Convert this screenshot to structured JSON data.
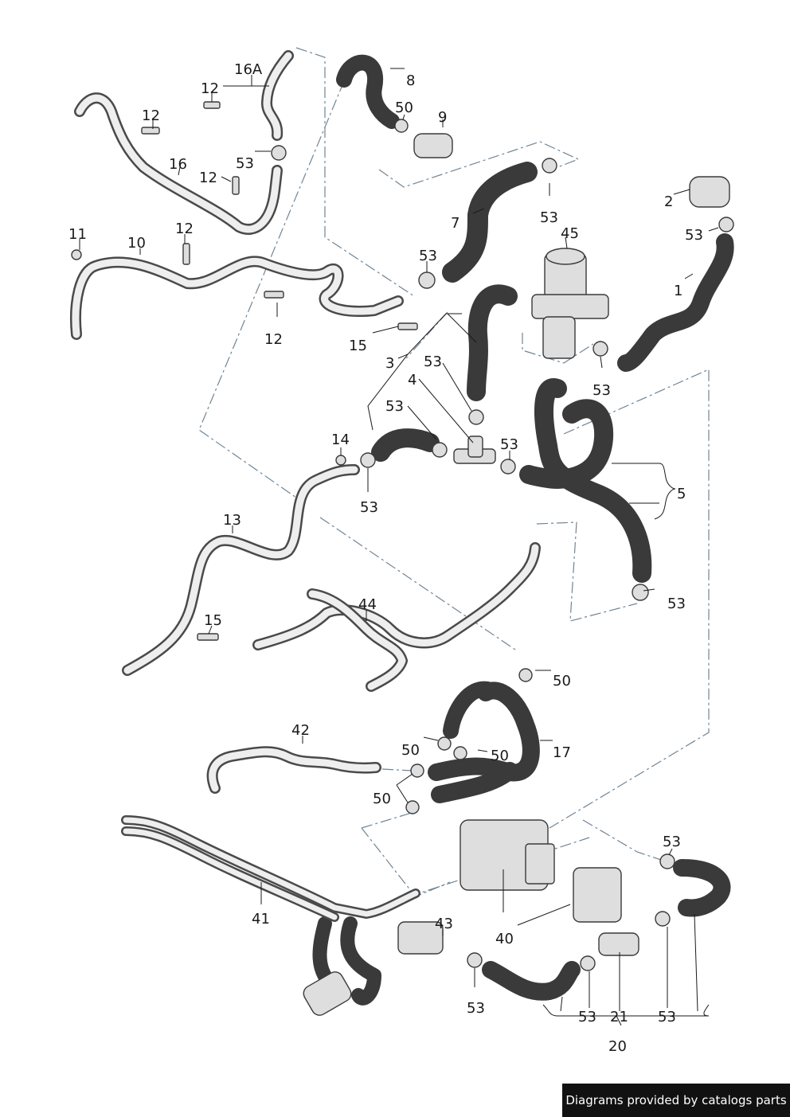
{
  "labels": {
    "l16a": "16A",
    "l8": "8",
    "l12a": "12",
    "l12b": "12",
    "l50a": "50",
    "l9": "9",
    "l16": "16",
    "l53a": "53",
    "l12c": "12",
    "l2": "2",
    "l7": "7",
    "l53b": "53",
    "l53c": "53",
    "l45": "45",
    "l11": "11",
    "l10": "10",
    "l12d": "12",
    "l53d": "53",
    "l1": "1",
    "l12e": "12",
    "l15a": "15",
    "l3": "3",
    "l53e": "53",
    "l53f": "53",
    "l4": "4",
    "l53g": "53",
    "l14": "14",
    "l53h": "53",
    "l53i": "53",
    "l5": "5",
    "l13": "13",
    "l44": "44",
    "l53j": "53",
    "l15b": "15",
    "l50b": "50",
    "l42": "42",
    "l17": "17",
    "l50c": "50",
    "l50d": "50",
    "l50e": "50",
    "l53k": "53",
    "l41": "41",
    "l43": "43",
    "l40": "40",
    "l53l": "53",
    "l53m": "53",
    "l21": "21",
    "l53n": "53",
    "l20": "20"
  },
  "credit": "Diagrams provided by catalogs parts"
}
